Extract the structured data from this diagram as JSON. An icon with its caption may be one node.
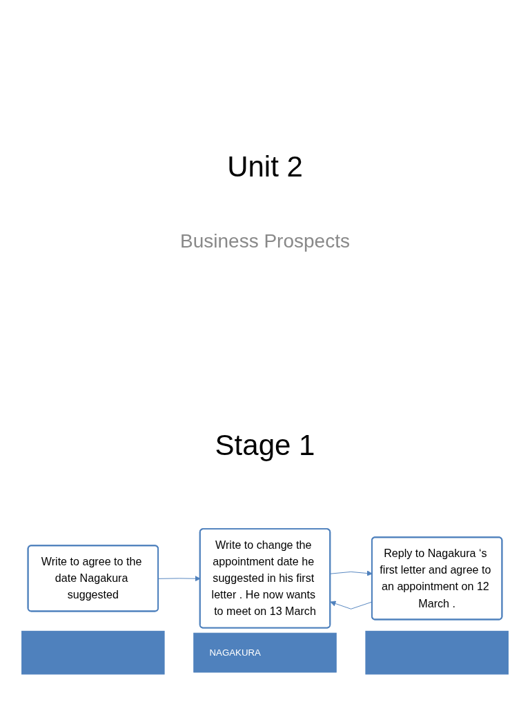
{
  "diagram": {
    "title": "Unit 2",
    "nodes": [
      {
        "text": [
          "Write to agree to the date Nagakura suggested"
        ]
      },
      {
        "text": [],
        "shape": "bar"
      },
      {
        "text": [
          "Write to change the appointment date he suggested in his first letter . He now wants to meet on 13 March"
        ]
      },
      {
        "text": [
          "NAGAKURA"
        ]
      },
      {
        "text": [
          "Reply to Nagakura ‘s first letter and agree to an appointment on 12 March ."
        ]
      },
      {
        "text": [],
        "shape": "bar"
      }
    ],
    "edges": [
      {
        "from": 0,
        "to": 2,
        "arrow": "to"
      },
      {
        "from": 2,
        "to": 4,
        "arrow": "to"
      },
      {
        "from": 4,
        "to": 2,
        "arrow": "to"
      }
    ],
    "labels": [
      "Business Prospects",
      "Stage 1"
    ]
  }
}
